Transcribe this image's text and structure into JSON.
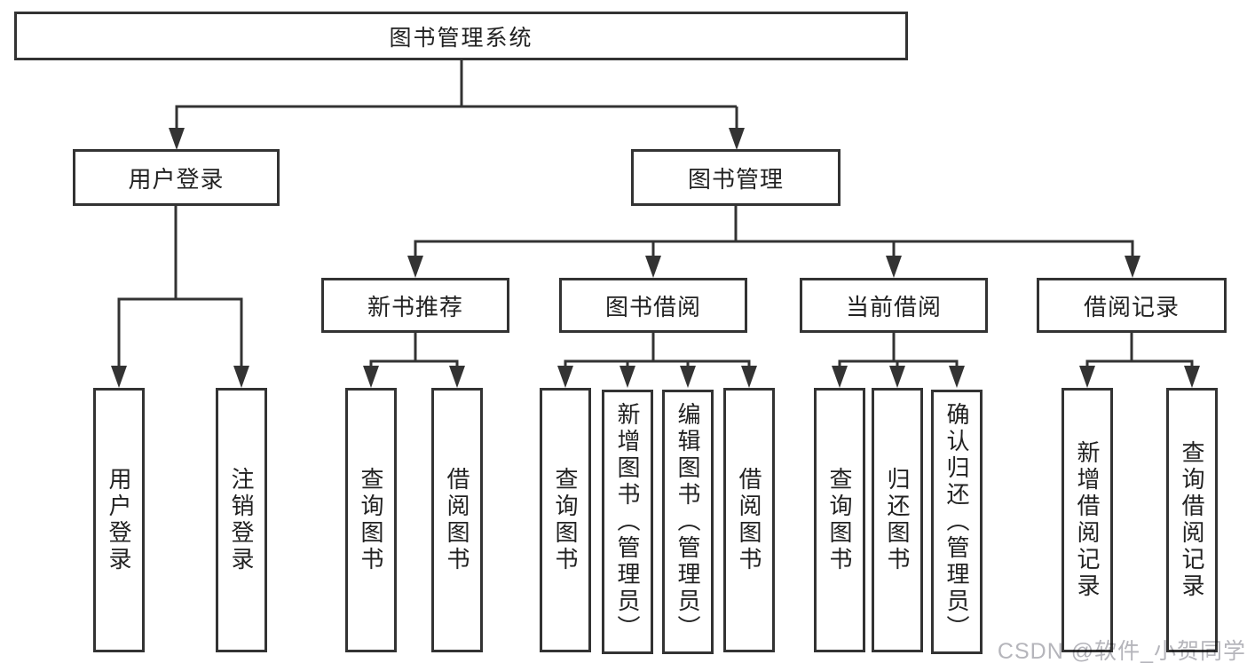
{
  "tree": {
    "label": "图书管理系统",
    "children": [
      {
        "label": "用户登录",
        "children": [
          {
            "label": "用户登录"
          },
          {
            "label": "注销登录"
          }
        ]
      },
      {
        "label": "图书管理",
        "children": [
          {
            "label": "新书推荐",
            "children": [
              {
                "label": "查询图书"
              },
              {
                "label": "借阅图书"
              }
            ]
          },
          {
            "label": "图书借阅",
            "children": [
              {
                "label": "查询图书"
              },
              {
                "label": "新增图书（管理员）"
              },
              {
                "label": "编辑图书（管理员）"
              },
              {
                "label": "借阅图书"
              }
            ]
          },
          {
            "label": "当前借阅",
            "children": [
              {
                "label": "查询图书"
              },
              {
                "label": "归还图书"
              },
              {
                "label": "确认归还（管理员）"
              }
            ]
          },
          {
            "label": "借阅记录",
            "children": [
              {
                "label": "新增借阅记录"
              },
              {
                "label": "查询借阅记录"
              }
            ]
          }
        ]
      }
    ]
  },
  "watermark": {
    "text": "CSDN @软件_小贺同学"
  },
  "colors": {
    "line": "#333333",
    "text": "#222222",
    "watermark": "#b5b5bb",
    "background": "#ffffff"
  }
}
